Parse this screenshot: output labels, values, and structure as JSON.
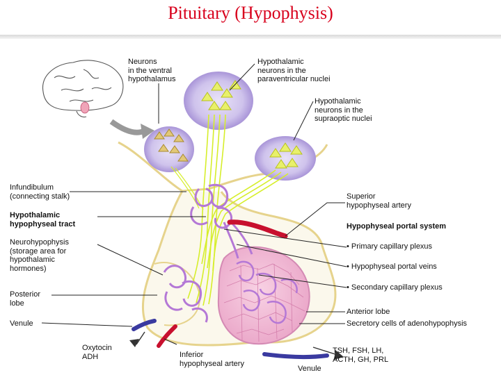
{
  "title": "Pituitary (Hypophysis)",
  "labels": {
    "neurons_ventral": "Neurons\nin the ventral\nhypothalamus",
    "paraventricular": "Hypothalamic\nneurons in the\nparaventricular nuclei",
    "supraoptic": "Hypothalamic\nneurons in the\nsupraoptic nuclei",
    "infundibulum": "Infundibulum\n(connecting stalk)",
    "hypothalamic_tract": "Hypothalamic\nhypophyseal tract",
    "neurohypophysis": "Neurohypophysis\n(storage area for\nhypothalamic\nhormones)",
    "posterior_lobe": "Posterior\nlobe",
    "venule_left": "Venule",
    "oxytocin_adh": "Oxytocin\nADH",
    "inferior_artery": "Inferior\nhypophyseal artery",
    "venule_bottom": "Venule",
    "superior_artery": "Superior\nhypophyseal artery",
    "portal_system": "Hypophyseal portal system",
    "primary_plexus": "• Primary capillary plexus",
    "portal_veins": "• Hypophyseal portal veins",
    "secondary_plexus": "• Secondary capillary plexus",
    "anterior_lobe": "Anterior lobe",
    "secretory_cells": "Secretory cells of adenohypophysis",
    "anterior_hormones": "TSH, FSH, LH,\nACTH, GH, PRL"
  },
  "colors": {
    "title": "#d8001c",
    "nerve_fiber": "#d6ee2a",
    "capillary": "#b478d6",
    "tissue_outline": "#e6d38c",
    "anterior_lobe": "#f3b9d6",
    "artery": "#c8102e",
    "venule": "#3a3aa0",
    "nucleus_halo": "#c9bde8"
  }
}
